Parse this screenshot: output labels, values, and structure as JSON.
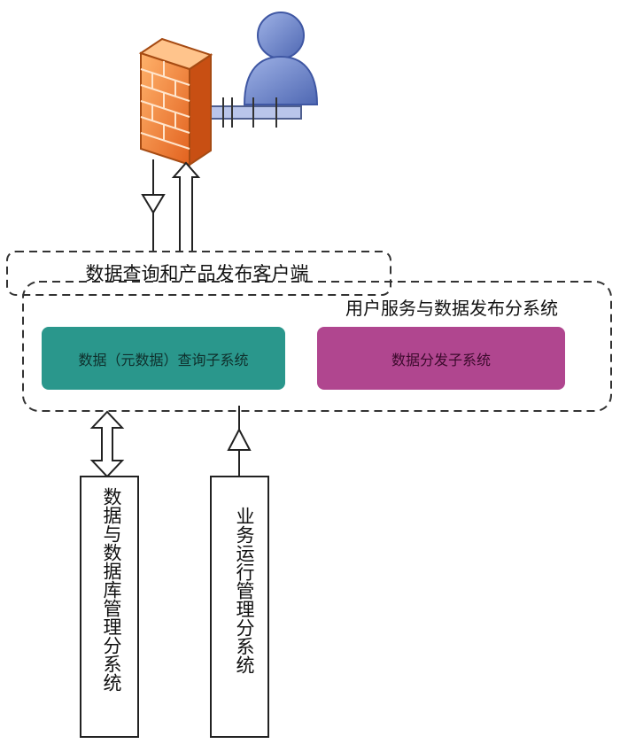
{
  "client_label": "数据查询和产品发布客户端",
  "subsystem_label": "用户服务与数据发布分系统",
  "query_subsystem_label": "数据（元数据）查询子系统",
  "distribution_subsystem_label": "数据分发子系统",
  "database_subsystem_label": "数据与数据库管理分系统",
  "operations_subsystem_label": "业务运行管理分系统",
  "colors": {
    "query_box": "#2a978c",
    "distribution_box": "#b0468f",
    "firewall": "#f28a3b",
    "user_icon": "#6f86c9",
    "arrow_stroke": "#222222"
  },
  "icons": [
    "firewall-icon",
    "user-icon"
  ]
}
